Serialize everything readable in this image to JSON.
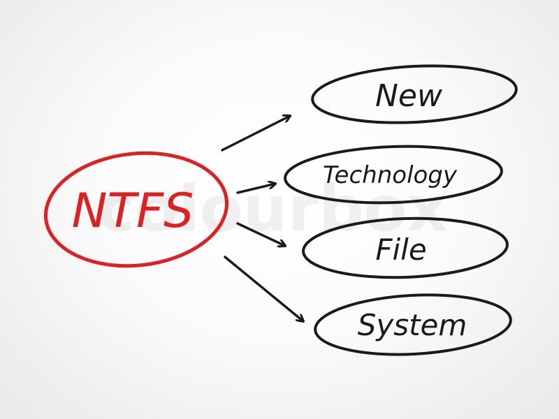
{
  "acronym": {
    "text": "NTFS",
    "color": "#e02020"
  },
  "expansions": [
    {
      "word": "New"
    },
    {
      "word": "Technology"
    },
    {
      "word": "File"
    },
    {
      "word": "System"
    }
  ],
  "ink_color": "#1a1a1a",
  "watermark": "colourbox"
}
